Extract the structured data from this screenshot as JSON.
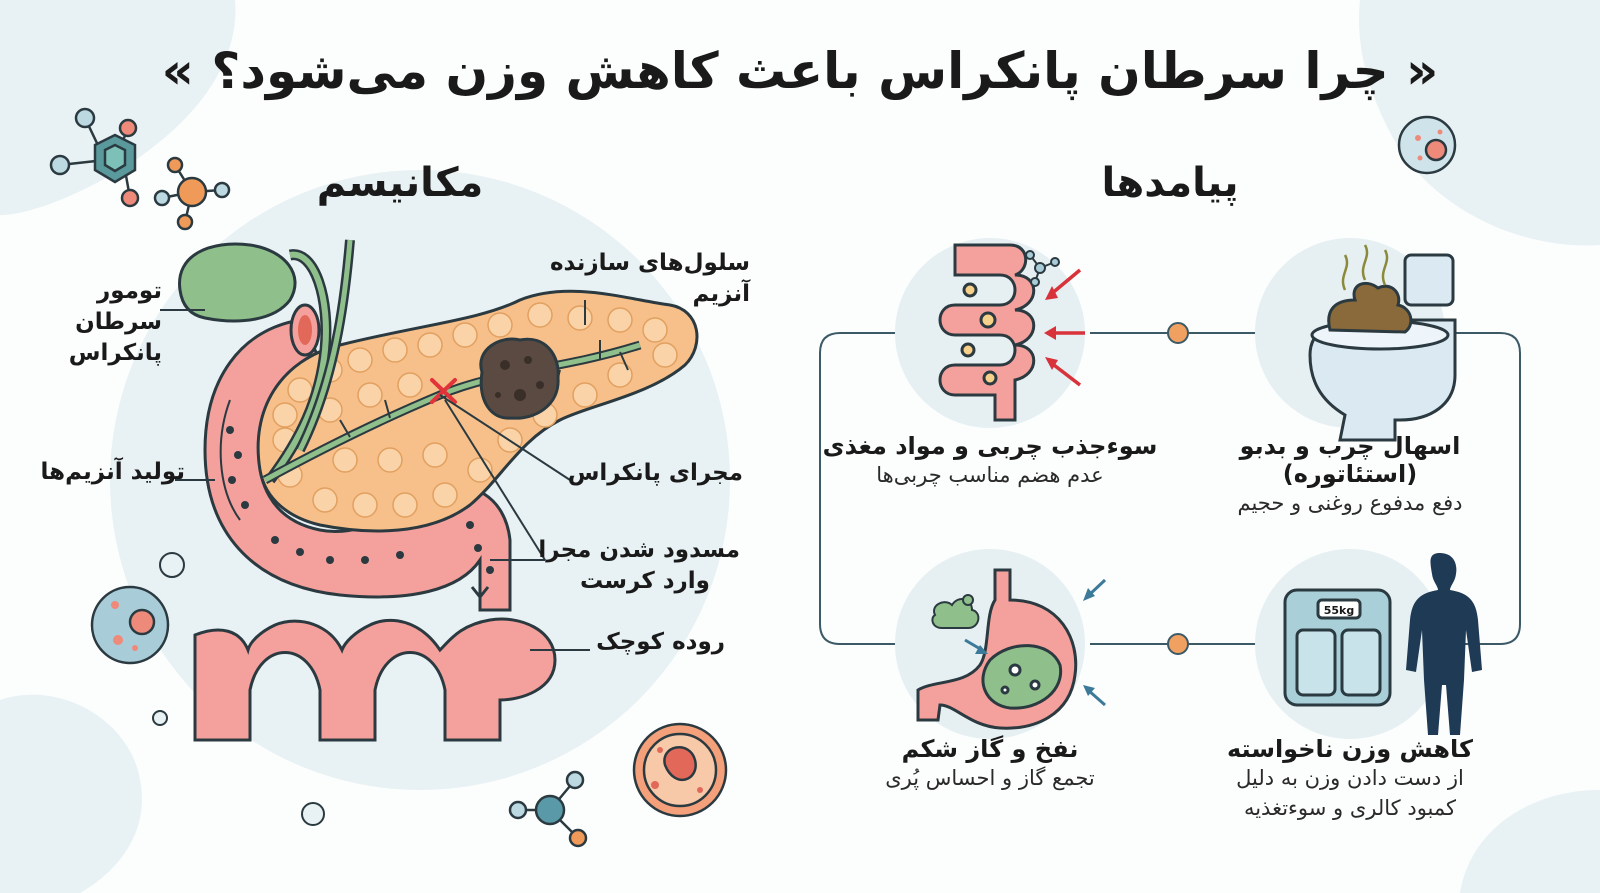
{
  "title": "« چرا سرطان پانکراس باعث کاهش وزن می‌شود؟ »",
  "mechanism": {
    "heading": "مکانیسم",
    "labels": {
      "tumor_line1": "تومور سرطان",
      "tumor_line2": "پانکراس",
      "enzyme_cells": "سلول‌های سازنده آنزیم",
      "enzyme_production": "تولید آنزیم‌ها",
      "pancreatic_duct": "مجرای پانکراس",
      "blockage_line1": "مسدود شدن مجرا",
      "blockage_line2": "وارد کرست",
      "small_intestine": "روده کوچک"
    }
  },
  "consequences": {
    "heading": "پیامدها",
    "items": [
      {
        "title": "اسهال چرب و بدبو (استئاتوره)",
        "sub1": "دفع مدفوع روغنی و حجیم",
        "sub2": ""
      },
      {
        "title": "سوءجذب چربی و مواد مغذی",
        "sub1": "عدم هضم مناسب چربی‌ها",
        "sub2": ""
      },
      {
        "title": "کاهش وزن ناخواسته",
        "sub1": "از دست دادن وزن به دلیل",
        "sub2": "کمبود کالری و سوءتغذیه"
      },
      {
        "title": "نفخ و گاز شکم",
        "sub1": "تجمع گاز و احساس پُری",
        "sub2": ""
      }
    ],
    "scale_reading": "55kg"
  },
  "colors": {
    "pancreas": "#f7c08a",
    "intestine": "#f4a09c",
    "gallbladder": "#8fbf8a",
    "tumor": "#5a4a42",
    "connector": "#f0a060",
    "blob": "#e6f0f2"
  }
}
